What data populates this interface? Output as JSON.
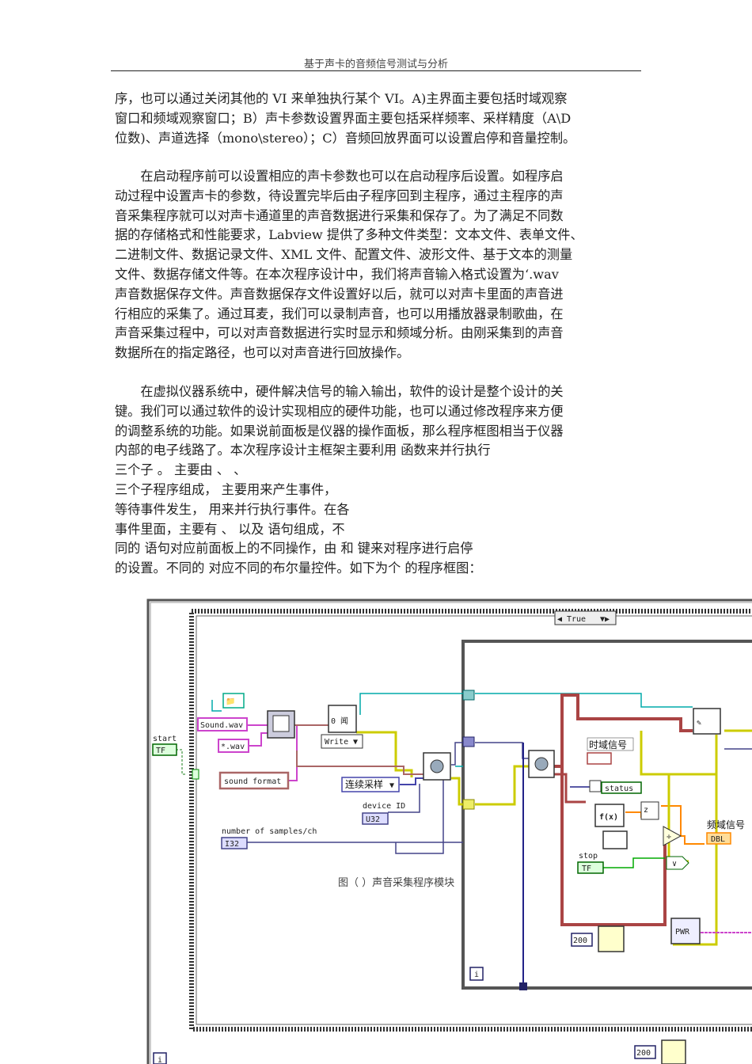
{
  "header": {
    "title": "基于声卡的音频信号测试与分析"
  },
  "paragraphs": {
    "p1": [
      "序，也可以通过关闭其他的 VI 来单独执行某个 VI。A)主界面主要包括时域观察",
      "窗口和频域观察窗口；B）声卡参数设置界面主要包括采样频率、采样精度（A\\D",
      "位数)、声道选择（mono\\stereo）；C）音频回放界面可以设置启停和音量控制。"
    ],
    "p2": [
      "在启动程序前可以设置相应的声卡参数也可以在启动程序后设置。如程序启",
      "动过程中设置声卡的参数，待设置完毕后由子程序回到主程序，通过主程序的声",
      "音采集程序就可以对声卡通道里的声音数据进行采集和保存了。为了满足不同数",
      "据的存储格式和性能要求，Labview 提供了多种文件类型：文本文件、表单文件、",
      "二进制文件、数据记录文件、XML 文件、配置文件、波形文件、基于文本的测量",
      "文件、数据存储文件等。在本次程序设计中，我们将声音输入格式设置为‘.wav",
      "声音数据保存文件。声音数据保存文件设置好以后，就可以对声卡里面的声音进",
      "行相应的采集了。通过耳麦，我们可以录制声音，也可以用播放器录制歌曲，在",
      "声音采集过程中，可以对声音数据进行实时显示和频域分析。由刚采集到的声音",
      "数据所在的指定路径，也可以对声音进行回放操作。"
    ],
    "p3": [
      "在虚拟仪器系统中，硬件解决信号的输入输出，软件的设计是整个设计的关",
      "键。我们可以通过软件的设计实现相应的硬件功能，也可以通过修改程序来方便",
      "的调整系统的功能。如果说前面板是仪器的操作面板，那么程序框图相当于仪器",
      "内部的电子线路了。本次程序设计主框架主要利用                    函数来并行执行",
      "三个子      。        主要由                                        、                            、",
      "                    三个子程序组成，                             主要用来产生事件，",
      "                    等待事件发生，                             用来并行执行事件。在各",
      "                    事件里面，主要有                  、                以及           语句组成，不",
      "同的          语句对应前面板上的不同操作，由            和            键来对程序进行启停",
      "的设置。不同的        对应不同的布尔量控件。如下为个        的程序框图："
    ]
  },
  "diagram": {
    "case_selector": "True",
    "start_label": "start",
    "tf_const": "TF",
    "file_name": "Sound.wav",
    "file_pattern": "*.wav",
    "sound_format": "sound format",
    "write_mode": "Write",
    "read_icon_text": "0 闻",
    "continuous_sample": "连续采样",
    "device_id": "device ID",
    "u32": "U32",
    "samples_label": "number of samples/ch",
    "i32": "I32",
    "time_signal": "时域信号",
    "status": "status",
    "fx": "f(x)",
    "z_label": "z",
    "freq_signal": "频域信号",
    "dbl": "DBL",
    "stop_label": "stop",
    "wait_inner": "200",
    "wait_outer": "200",
    "pwr": "PWR",
    "loop_index": "i",
    "caption": "图（  ）声音采集程序模块"
  }
}
